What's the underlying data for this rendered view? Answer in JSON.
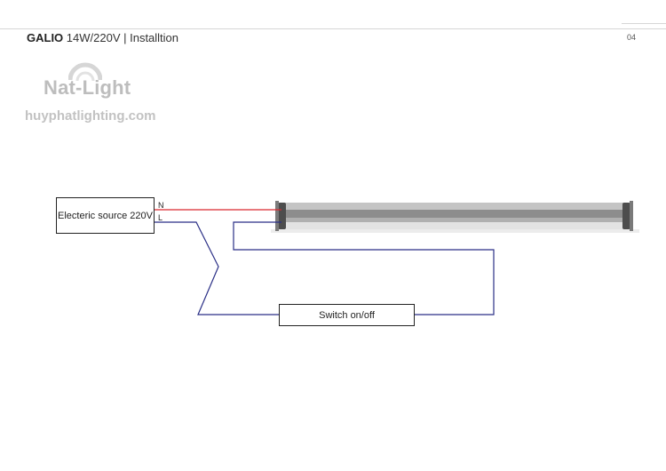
{
  "header": {
    "product_name": "GALIO",
    "product_spec": "14W/220V | Installtion",
    "page_number": "04"
  },
  "watermark": {
    "logo_text": "Nat-Light",
    "website": "huyphatlighting.com"
  },
  "diagram": {
    "source_label": "Electeric source 220V",
    "terminal_n": "N",
    "terminal_l": "L",
    "switch_label": "Switch on/off"
  },
  "colors": {
    "neutral_wire": "#d9282f",
    "live_wire": "#2a2f86",
    "tube_body": "#9a9a9a",
    "tube_cap": "#4d4d4d"
  }
}
